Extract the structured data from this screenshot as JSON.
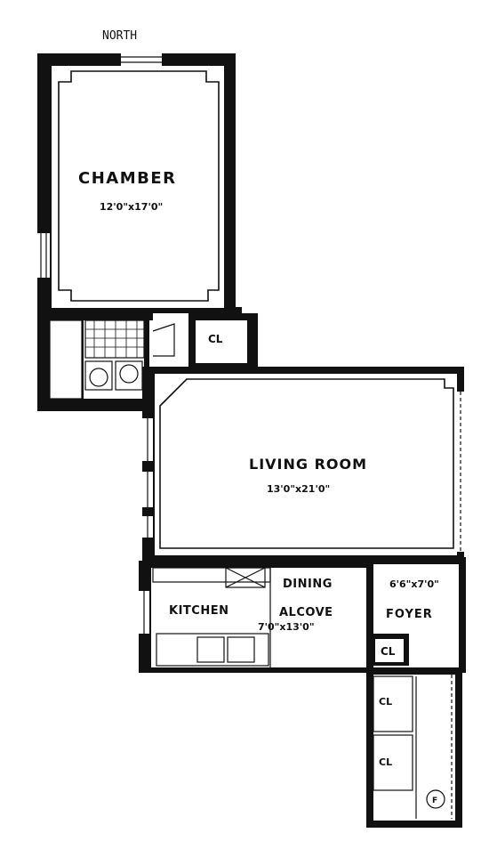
{
  "compass": {
    "label": "NORTH"
  },
  "rooms": {
    "chamber": {
      "name": "CHAMBER",
      "dims": "12'0\"x17'0\""
    },
    "living_room": {
      "name": "LIVING ROOM",
      "dims": "13'0\"x21'0\""
    },
    "dining_alcove": {
      "name_line1": "DINING",
      "name_line2": "ALCOVE",
      "dims": "7'0\"x13'0\""
    },
    "kitchen": {
      "name": "KITCHEN"
    },
    "foyer": {
      "dims": "6'6\"x7'0\"",
      "name": "FOYER"
    }
  },
  "closets": {
    "chamber_closet": "CL",
    "foyer_closet": "CL",
    "hall_closet_1": "CL",
    "hall_closet_2": "CL"
  },
  "fixtures": {
    "door_symbol": "F"
  }
}
